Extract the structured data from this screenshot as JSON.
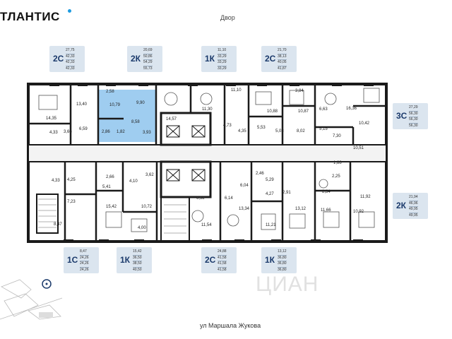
{
  "header": {
    "logo": "ТЛАНТИС",
    "yard_label": "Двор"
  },
  "footer": {
    "street_label": "ул Маршала Жукова",
    "watermark": "ЦИАН"
  },
  "colors": {
    "highlight": "#9fcdf0",
    "tag_bg": "#dbe5ef",
    "wall": "#1a1a1a",
    "logo_dot": "#1e9be0"
  },
  "tags": [
    {
      "id": "t1",
      "code": "2С",
      "areas": [
        "27,75",
        "42,33",
        "42,33",
        "42,33"
      ]
    },
    {
      "id": "t2",
      "code": "2К",
      "areas": [
        "20,69",
        "50,86",
        "54,29",
        "55,73"
      ]
    },
    {
      "id": "t3",
      "code": "1К",
      "areas": [
        "11,10",
        "33,29",
        "33,29",
        "33,29"
      ]
    },
    {
      "id": "t4",
      "code": "2С",
      "areas": [
        "21,70",
        "38,13",
        "40,05",
        "41,87"
      ]
    },
    {
      "id": "t5",
      "code": "3С",
      "areas": [
        "27,29",
        "56,30",
        "56,30",
        "56,30"
      ]
    },
    {
      "id": "t6",
      "code": "2К",
      "areas": [
        "21,94",
        "46,96",
        "49,95",
        "49,95"
      ]
    },
    {
      "id": "t7",
      "code": "1С",
      "areas": [
        "8,47",
        "24,26",
        "24,26",
        "24,26"
      ]
    },
    {
      "id": "t8",
      "code": "1К",
      "areas": [
        "15,42",
        "36,50",
        "38,50",
        "40,50"
      ]
    },
    {
      "id": "t9",
      "code": "2С",
      "areas": [
        "24,88",
        "41,58",
        "41,58",
        "41,58"
      ]
    },
    {
      "id": "t10",
      "code": "1К",
      "areas": [
        "13,12",
        "36,80",
        "36,80",
        "36,80"
      ]
    }
  ],
  "rooms": [
    {
      "id": "r1",
      "label": "14,35"
    },
    {
      "id": "r2",
      "label": "13,40"
    },
    {
      "id": "r3",
      "label": "6,59"
    },
    {
      "id": "r4",
      "label": "3,66"
    },
    {
      "id": "r5",
      "label": "4,33"
    },
    {
      "id": "r6",
      "label": "2,58"
    },
    {
      "id": "r7",
      "label": "9,90"
    },
    {
      "id": "r8",
      "label": "10,79"
    },
    {
      "id": "r9",
      "label": "8,58"
    },
    {
      "id": "r10",
      "label": "14,57"
    },
    {
      "id": "r11",
      "label": "2,86"
    },
    {
      "id": "r12",
      "label": "1,82"
    },
    {
      "id": "r13",
      "label": "3,93"
    },
    {
      "id": "r14",
      "label": "11,10"
    },
    {
      "id": "r15",
      "label": "11,30"
    },
    {
      "id": "r16",
      "label": "4,73"
    },
    {
      "id": "r17",
      "label": "4,35"
    },
    {
      "id": "r18",
      "label": "10,88"
    },
    {
      "id": "r19",
      "label": "3,84"
    },
    {
      "id": "r20",
      "label": "10,87"
    },
    {
      "id": "r21",
      "label": "6,63"
    },
    {
      "id": "r22",
      "label": "16,36"
    },
    {
      "id": "r23",
      "label": "5,53"
    },
    {
      "id": "r24",
      "label": "5,03"
    },
    {
      "id": "r25",
      "label": "8,02"
    },
    {
      "id": "r26",
      "label": "5,15"
    },
    {
      "id": "r27",
      "label": "7,30"
    },
    {
      "id": "r28",
      "label": "10,42"
    },
    {
      "id": "r29",
      "label": "10,51"
    },
    {
      "id": "r30",
      "label": "4,33"
    },
    {
      "id": "r31",
      "label": "4,25"
    },
    {
      "id": "r32",
      "label": "2,66"
    },
    {
      "id": "r33",
      "label": "4,10"
    },
    {
      "id": "r34",
      "label": "5,41"
    },
    {
      "id": "r35",
      "label": "3,62"
    },
    {
      "id": "r36",
      "label": "7,23"
    },
    {
      "id": "r37",
      "label": "15,42"
    },
    {
      "id": "r38",
      "label": "10,72"
    },
    {
      "id": "r39",
      "label": "8,47"
    },
    {
      "id": "r40",
      "label": "4,00"
    },
    {
      "id": "r41",
      "label": "6,52"
    },
    {
      "id": "r42",
      "label": "6,14"
    },
    {
      "id": "r43",
      "label": "2,46"
    },
    {
      "id": "r44",
      "label": "5,29"
    },
    {
      "id": "r45",
      "label": "6,04"
    },
    {
      "id": "r46",
      "label": "4,27"
    },
    {
      "id": "r47",
      "label": "2,91"
    },
    {
      "id": "r48",
      "label": "13,34"
    },
    {
      "id": "r49",
      "label": "13,12"
    },
    {
      "id": "r50",
      "label": "11,54"
    },
    {
      "id": "r51",
      "label": "11,21"
    },
    {
      "id": "r52",
      "label": "11,66"
    },
    {
      "id": "r53",
      "label": "1,88"
    },
    {
      "id": "r54",
      "label": "2,25"
    },
    {
      "id": "r55",
      "label": "8,84"
    },
    {
      "id": "r56",
      "label": "11,92"
    },
    {
      "id": "r57",
      "label": "10,92"
    }
  ]
}
